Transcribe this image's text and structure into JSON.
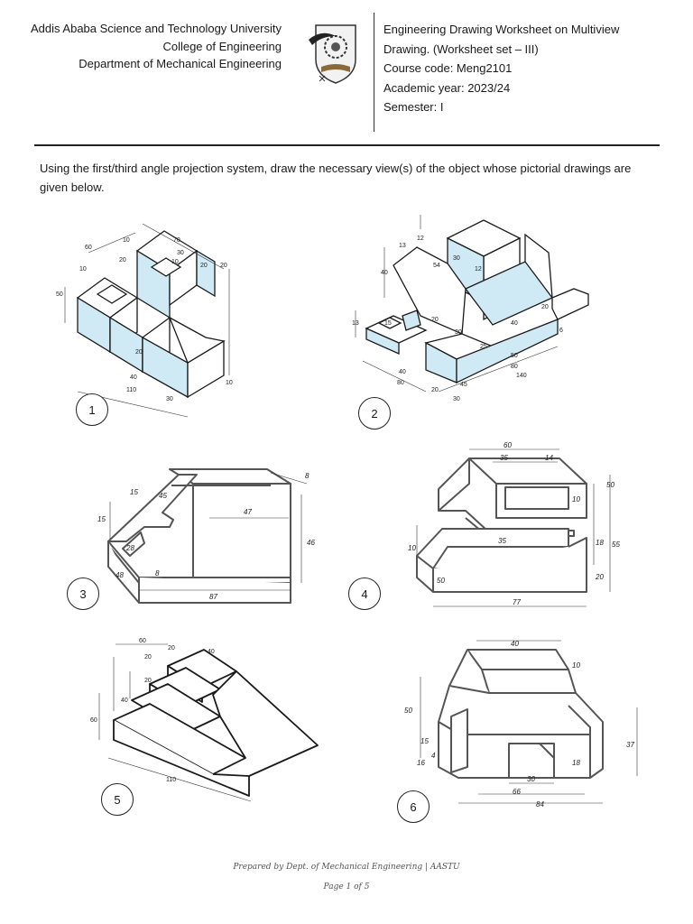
{
  "header": {
    "left_lines": [
      "Addis Ababa Science and Technology University",
      "College of Engineering",
      "Department of Mechanical Engineering"
    ],
    "right_lines": [
      "Engineering Drawing Worksheet on Multiview",
      "Drawing.  (Worksheet set – III)",
      "Course code: Meng2101",
      "Academic year: 2023/24",
      "Semester: I"
    ]
  },
  "instruction": "Using the first/third angle projection system, draw the necessary view(s) of the object whose pictorial drawings are given below.",
  "figures": [
    {
      "number": "1",
      "dims": [
        "60",
        "10",
        "70",
        "30",
        "10",
        "20",
        "20",
        "20",
        "10",
        "50",
        "20",
        "40",
        "110",
        "30",
        "10"
      ]
    },
    {
      "number": "2",
      "dims": [
        "12",
        "13",
        "30",
        "12",
        "54",
        "40",
        "13",
        "15",
        "20",
        "20",
        "30",
        "25",
        "40",
        "6",
        "50",
        "80",
        "140",
        "40",
        "80",
        "45",
        "20",
        "30"
      ]
    },
    {
      "number": "3",
      "dims": [
        "15",
        "45",
        "47",
        "8",
        "15",
        "28",
        "46",
        "48",
        "8",
        "87"
      ]
    },
    {
      "number": "4",
      "dims": [
        "60",
        "35",
        "14",
        "50",
        "10",
        "35",
        "18",
        "55",
        "10",
        "20",
        "50",
        "77"
      ]
    },
    {
      "number": "5",
      "dims": [
        "60",
        "20",
        "40",
        "20",
        "20",
        "40",
        "60",
        "110"
      ]
    },
    {
      "number": "6",
      "dims": [
        "40",
        "10",
        "50",
        "15",
        "16",
        "4",
        "18",
        "37",
        "30",
        "66",
        "84"
      ]
    }
  ],
  "footer": {
    "line1": "Prepared by Dept. of Mechanical Engineering | AASTU",
    "line2": "Page 1 of 5"
  },
  "colors": {
    "fill_light_blue": "#cfe9f5",
    "ink": "#1a1a1a",
    "outline_gray": "#555555"
  }
}
